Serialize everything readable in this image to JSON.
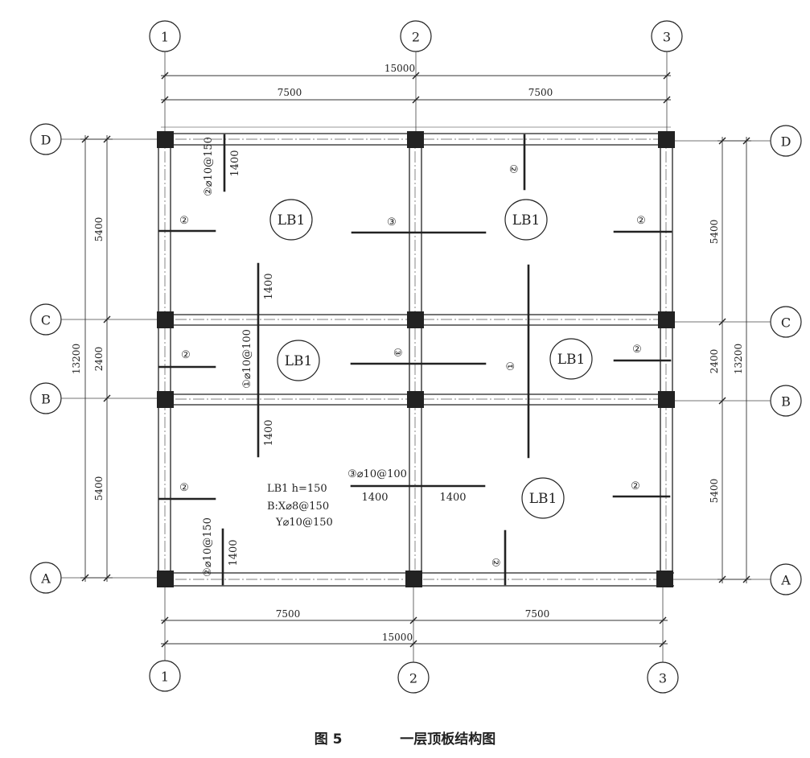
{
  "grid": {
    "x_axes": [
      "1",
      "2",
      "3"
    ],
    "y_axes": [
      "D",
      "C",
      "B",
      "A"
    ]
  },
  "dimensions": {
    "total_x": "15000",
    "span_12": "7500",
    "span_23": "7500",
    "span_DC": "5400",
    "span_CB": "2400",
    "span_BA": "5400",
    "total_y": "13200"
  },
  "slab": {
    "label": "LB1",
    "spec_line1": "LB1 h=150",
    "spec_line2": "B:X⌀8@150",
    "spec_line3": "Y⌀10@150"
  },
  "rebar": {
    "bar1_spec": "①⌀10@100",
    "bar2_spec": "②⌀10@150",
    "bar3_spec": "③⌀10@100",
    "bar1": "①",
    "bar2": "②",
    "bar3": "③",
    "length": "1400"
  },
  "caption": {
    "figure": "图 5",
    "title": "一层顶板结构图"
  }
}
